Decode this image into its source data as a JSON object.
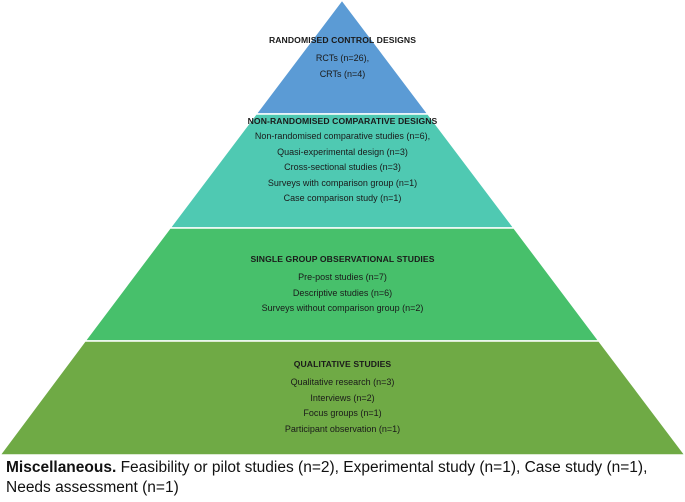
{
  "tiers": [
    {
      "title": "RANDOMISED CONTROL DESIGNS",
      "items": [
        "RCTs (n=26),",
        "CRTs (n=4)"
      ],
      "color": "#5b9bd5"
    },
    {
      "title": "NON-RANDOMISED COMPARATIVE DESIGNS",
      "items": [
        "Non-randomised comparative studies (n=6),",
        "Quasi-experimental design (n=3)",
        "Cross-sectional studies (n=3)",
        "Surveys with comparison group (n=1)",
        "Case comparison study (n=1)"
      ],
      "color": "#4fc9b2"
    },
    {
      "title": "SINGLE GROUP OBSERVATIONAL STUDIES",
      "items": [
        "Pre-post studies (n=7)",
        "Descriptive studies (n=6)",
        "Surveys without comparison group (n=2)"
      ],
      "color": "#47c06b"
    },
    {
      "title": "QUALITATIVE STUDIES",
      "items": [
        "Qualitative research (n=3)",
        "Interviews (n=2)",
        "Focus groups (n=1)",
        "Participant observation (n=1)"
      ],
      "color": "#6faa45"
    }
  ],
  "caption": {
    "label": "Miscellaneous.",
    "text": " Feasibility or pilot studies (n=2), Experimental study (n=1), Case study (n=1), Needs assessment (n=1)"
  }
}
